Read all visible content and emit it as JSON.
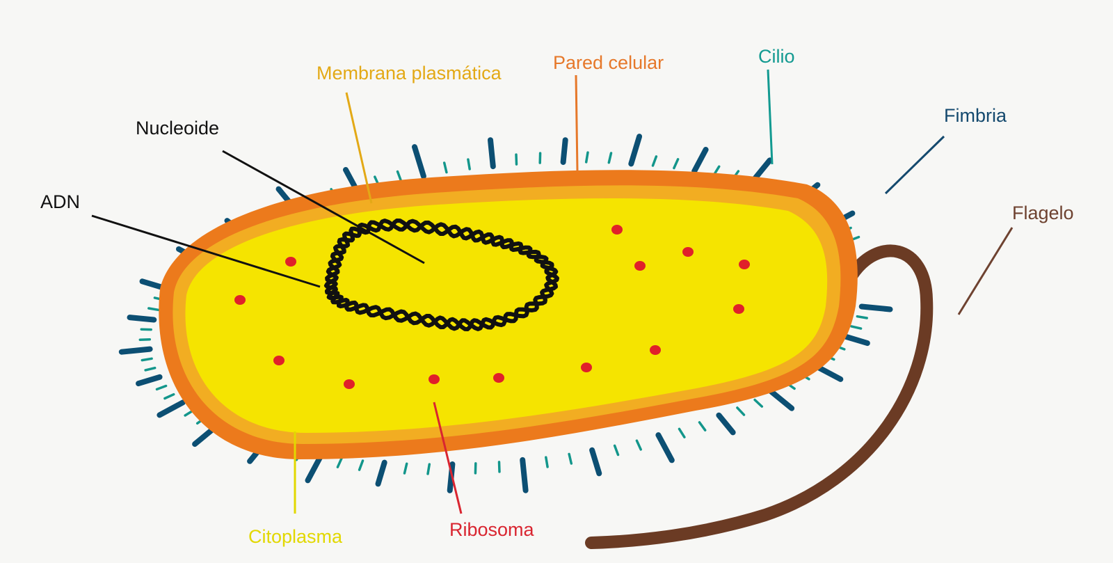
{
  "labels": {
    "membrana": "Membrana plasmática",
    "pared": "Pared celular",
    "cilio": "Cilio",
    "nucleoide": "Nucleoide",
    "fimbria": "Fimbria",
    "adn": "ADN",
    "flagelo": "Flagelo",
    "citoplasma": "Citoplasma",
    "ribosoma": "Ribosoma"
  },
  "colors": {
    "background": "#f7f7f5",
    "cell_wall": "#ec7a1c",
    "membrane": "#f2ad22",
    "cytoplasm": "#f5e400",
    "ribosome": "#e0202a",
    "dna": "#111111",
    "fimbria": "#0c4f73",
    "cilia": "#13968b",
    "flagellum": "#6b3b24",
    "label_membrana": "#e3a916",
    "label_pared": "#e6782a",
    "label_cilio": "#139a91",
    "label_nucleoide": "#111111",
    "label_fimbria": "#14496e",
    "label_adn": "#111111",
    "label_flagelo": "#6e4230",
    "label_citoplasma": "#e2d800",
    "label_ribosoma": "#d92530"
  }
}
